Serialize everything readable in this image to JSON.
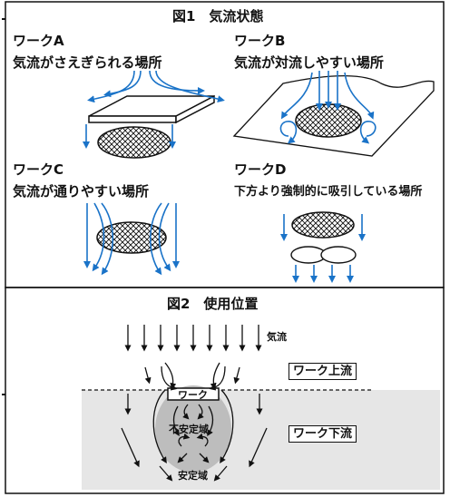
{
  "fig1": {
    "title": "図1　気流状態",
    "work_a": {
      "name": "ワークA",
      "desc": "気流がさえぎられる場所"
    },
    "work_b": {
      "name": "ワークB",
      "desc": "気流が対流しやすい場所"
    },
    "work_c": {
      "name": "ワークC",
      "desc": "気流が通りやすい場所"
    },
    "work_d": {
      "name": "ワークD",
      "desc": "下方より強制的に吸引している場所"
    }
  },
  "fig2": {
    "title": "図2　使用位置",
    "airflow_label": "気流",
    "upstream_label": "ワーク上流",
    "downstream_label": "ワーク下流",
    "work_label": "ワーク",
    "unstable_label": "不安定域",
    "stable_label": "安定域"
  },
  "colors": {
    "arrow_blue": "#1a73c8",
    "zone_light": "#e6e6e6",
    "zone_dark": "#bdbdbd",
    "line": "#111111"
  },
  "icons": {
    "mesh": "cross-hatched-ellipse",
    "fan": "fan-ellipses",
    "arrow": "arrow-icon"
  }
}
